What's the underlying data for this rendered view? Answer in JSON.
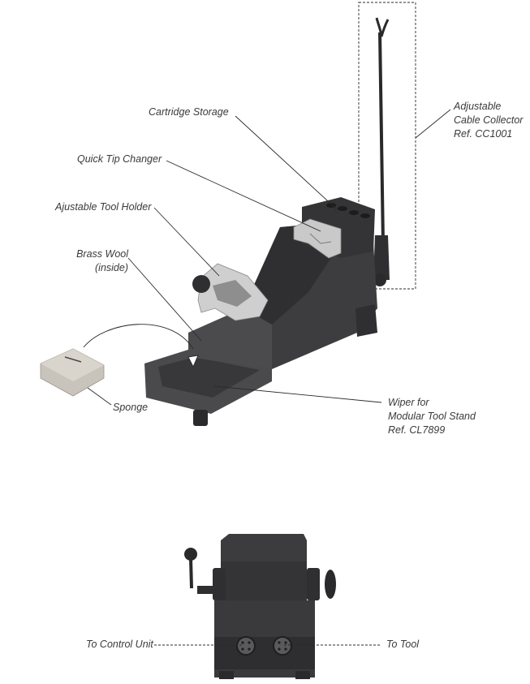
{
  "labels": {
    "cartridge_storage": "Cartridge Storage",
    "quick_tip_changer": "Quick Tip Changer",
    "tool_holder": "Ajustable Tool Holder",
    "brass_wool_1": "Brass Wool",
    "brass_wool_2": "(inside)",
    "sponge": "Sponge",
    "cable_collector_1": "Adjustable",
    "cable_collector_2": "Cable Collector",
    "cable_collector_3": "Ref. CC1001",
    "wiper_1": "Wiper for",
    "wiper_2": "Modular Tool Stand",
    "wiper_3": "Ref. CL7899",
    "to_control_unit": "To Control Unit",
    "to_tool": "To Tool"
  },
  "colors": {
    "body_dark": "#3a3a3c",
    "body_mid": "#4a4a4d",
    "body_shadow": "#28282a",
    "metal": "#c9c9c9",
    "sponge": "#c8c4bc"
  }
}
